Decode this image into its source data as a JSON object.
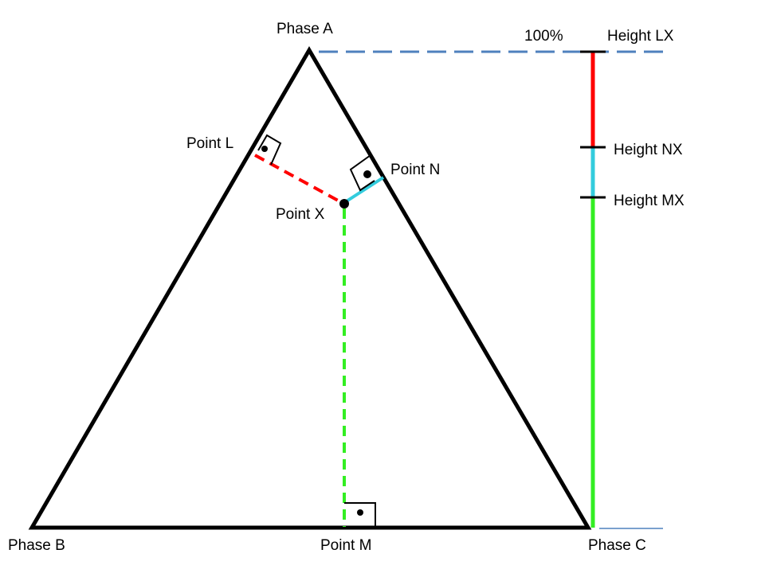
{
  "labels": {
    "phase_a": "Phase A",
    "phase_b": "Phase B",
    "phase_c": "Phase C",
    "point_l": "Point L",
    "point_n": "Point N",
    "point_x": "Point X",
    "point_m": "Point M",
    "percent_100": "100%",
    "height_lx": "Height LX",
    "height_nx": "Height NX",
    "height_mx": "Height MX"
  },
  "colors": {
    "triangle": "#000000",
    "segment_lx": "#ff0000",
    "segment_nx": "#33ccdd",
    "segment_mx": "#33ee22",
    "reference_line": "#4f81bd"
  }
}
